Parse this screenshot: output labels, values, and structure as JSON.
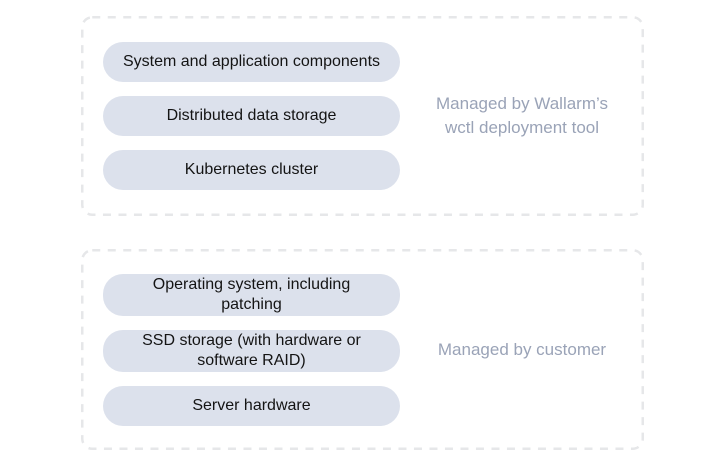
{
  "colors": {
    "background": "#ffffff",
    "pill_bg": "#dce1ec",
    "pill_text": "#141414",
    "label_text": "#9aa3b7",
    "dash_border": "#e6e7e9"
  },
  "groups": [
    {
      "label_lines": [
        "Managed by Wallarm’s",
        "wctl deployment tool"
      ],
      "pills": [
        {
          "lines": [
            "System and application components"
          ]
        },
        {
          "lines": [
            "Distributed data storage"
          ]
        },
        {
          "lines": [
            "Kubernetes cluster"
          ]
        }
      ]
    },
    {
      "label_lines": [
        "Managed by customer"
      ],
      "pills": [
        {
          "lines": [
            "Operating system, including",
            "patching"
          ]
        },
        {
          "lines": [
            "SSD storage (with hardware or",
            "software RAID)"
          ]
        },
        {
          "lines": [
            "Server hardware"
          ]
        }
      ]
    }
  ]
}
